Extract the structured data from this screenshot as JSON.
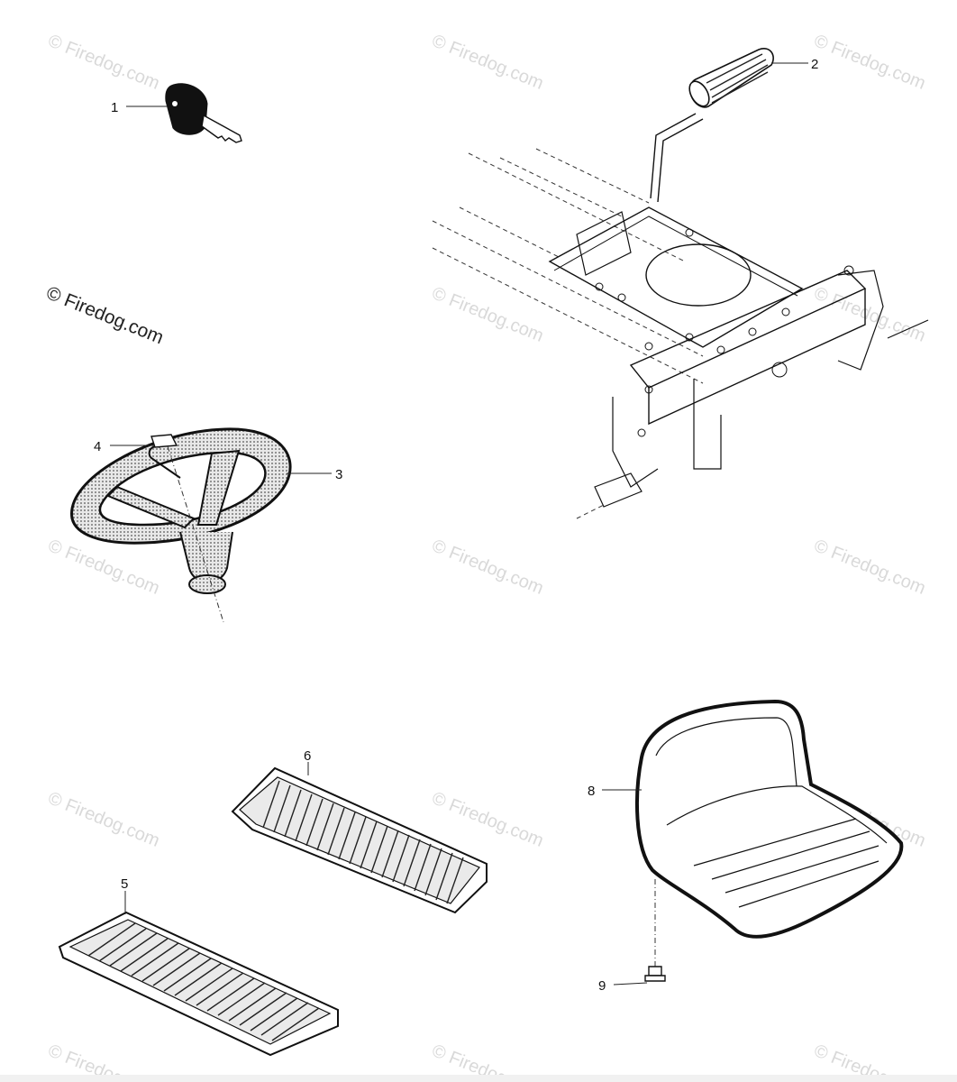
{
  "watermark": {
    "main_text": "© Firedog.com",
    "faint_text": "© Firedog.com"
  },
  "callouts": [
    {
      "number": "1",
      "part": "ignition key"
    },
    {
      "number": "2",
      "part": "lift lever grip"
    },
    {
      "number": "3",
      "part": "steering wheel"
    },
    {
      "number": "4",
      "part": "steering wheel cap"
    },
    {
      "number": "5",
      "part": "pedal pad"
    },
    {
      "number": "6",
      "part": "pedal pad"
    },
    {
      "number": "8",
      "part": "seat"
    },
    {
      "number": "9",
      "part": "seat bolt"
    }
  ],
  "colors": {
    "line": "#111111",
    "watermark": "#d9d9d9",
    "fill_dotted": "#bdbdbd"
  }
}
